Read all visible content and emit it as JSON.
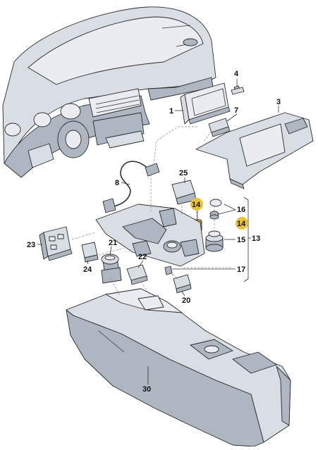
{
  "colors": {
    "part_fill": "#d9dee5",
    "part_fill_light": "#e9ecf1",
    "part_fill_dark": "#aeb6c1",
    "highlight": "#e8c23a",
    "outline": "#2b2b2b"
  },
  "callouts": [
    {
      "id": "c1",
      "text": "1"
    },
    {
      "id": "c3",
      "text": "3"
    },
    {
      "id": "c4",
      "text": "4"
    },
    {
      "id": "c7",
      "text": "7"
    },
    {
      "id": "c8",
      "text": "8"
    },
    {
      "id": "c25",
      "text": "25"
    },
    {
      "id": "c14a",
      "text": "14",
      "highlighted": true
    },
    {
      "id": "c14b",
      "text": "14",
      "highlighted": true
    },
    {
      "id": "c16",
      "text": "16"
    },
    {
      "id": "c15",
      "text": "15"
    },
    {
      "id": "c13",
      "text": "13"
    },
    {
      "id": "c23",
      "text": "23"
    },
    {
      "id": "c21",
      "text": "21"
    },
    {
      "id": "c22",
      "text": "22"
    },
    {
      "id": "c24",
      "text": "24"
    },
    {
      "id": "c17",
      "text": "17"
    },
    {
      "id": "c20",
      "text": "20"
    },
    {
      "id": "c30",
      "text": "30"
    }
  ]
}
